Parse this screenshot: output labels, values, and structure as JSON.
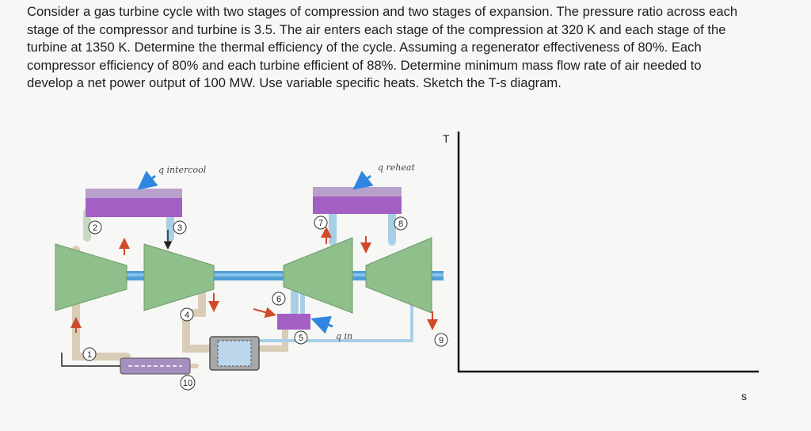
{
  "problem": {
    "lines": [
      "Consider a gas turbine cycle with two stages of compression and two stages of expansion. The pressure ratio across each",
      "stage of the compressor and turbine is 3.5. The air enters each stage of the compression at 320 K and each stage of the",
      "turbine at 1350 K. Determine the thermal efficiency of the cycle. Assuming a regenerator effectiveness of 80%. Each",
      "compressor efficiency of 80% and each turbine efficient of 88%. Determine minimum mass flow rate of air needed to",
      "develop a net power output of 100 MW. Use variable specific heats. Sketch the T-s diagram."
    ]
  },
  "schematic": {
    "q_intercool": "q intercool",
    "q_reheat": "q reheat",
    "q_in": "q in",
    "states": [
      "1",
      "2",
      "3",
      "4",
      "5",
      "6",
      "7",
      "8",
      "9",
      "10"
    ]
  },
  "ts_diagram": {
    "y_axis": "T",
    "x_axis": "s"
  },
  "colors": {
    "compressor": "#8fbf8a",
    "heat_exchanger": "#a35fc4",
    "pipe": "#a9cfe6",
    "shaft": "#4f9fd6",
    "arrow_blue": "#2f86e0",
    "arrow_red": "#d04a2a"
  }
}
